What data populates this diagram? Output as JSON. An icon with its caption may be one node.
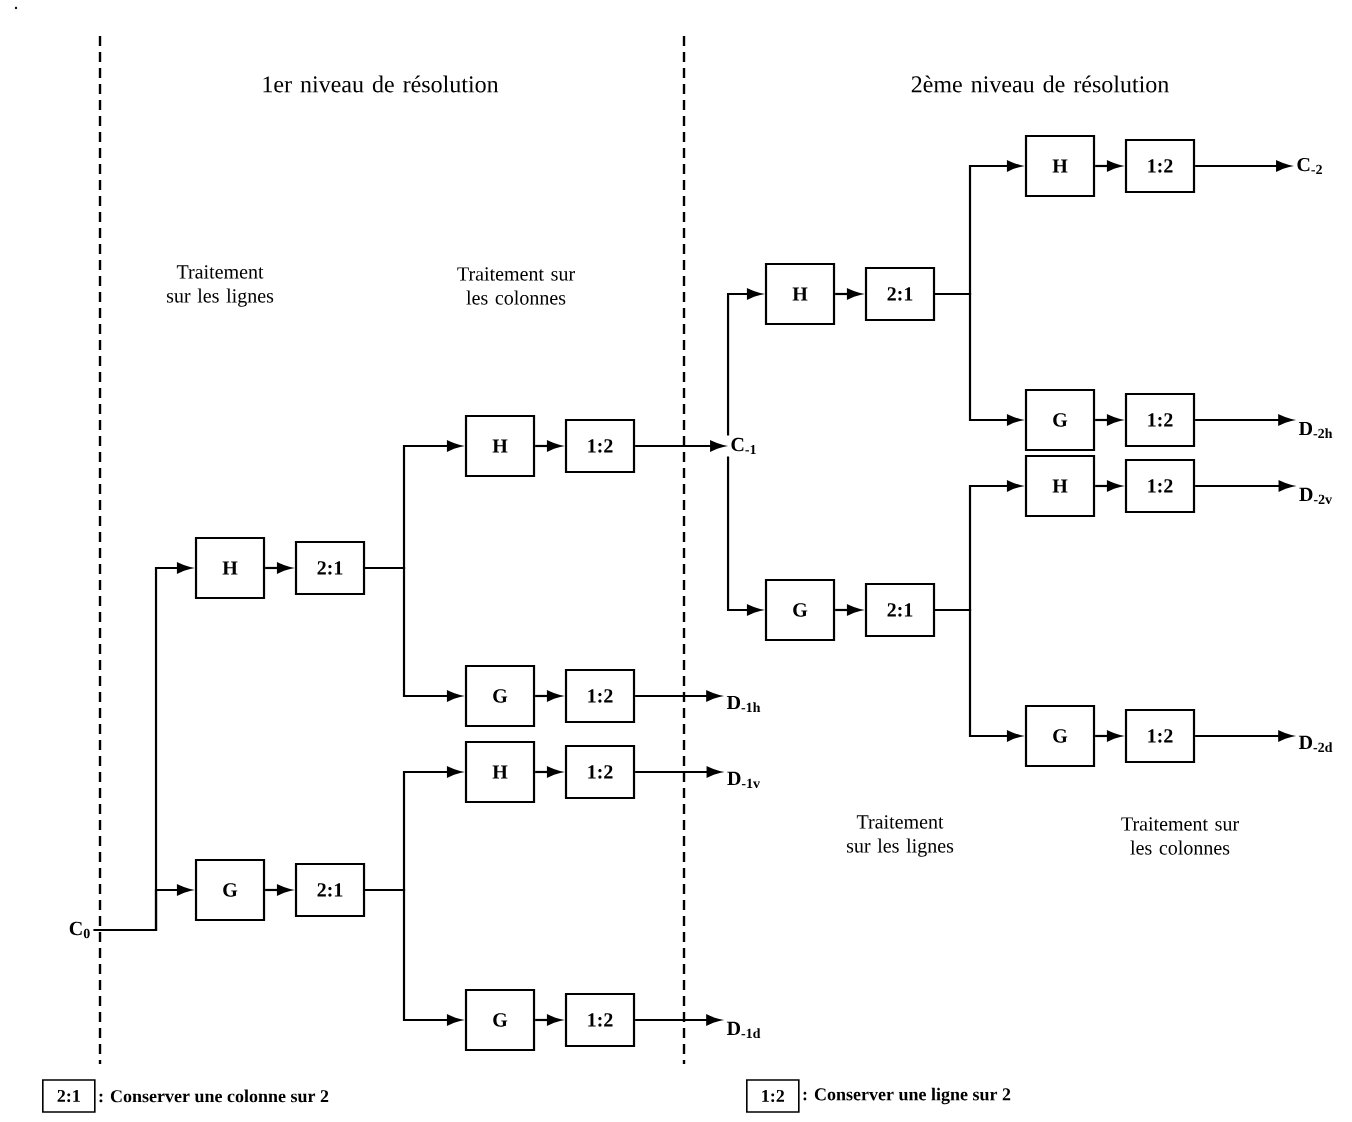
{
  "diagram": {
    "nodes": [
      {
        "text": [
          "C$_{0}$"
        ]
      },
      {
        "text": [
          "H"
        ]
      },
      {
        "text": [
          "2:1"
        ]
      },
      {
        "text": [
          "G"
        ]
      },
      {
        "text": [
          "2:1"
        ]
      },
      {
        "text": [
          "H"
        ]
      },
      {
        "text": [
          "1:2"
        ]
      },
      {
        "text": [
          "G"
        ]
      },
      {
        "text": [
          "1:2"
        ]
      },
      {
        "text": [
          "H"
        ]
      },
      {
        "text": [
          "1:2"
        ]
      },
      {
        "text": [
          "G"
        ]
      },
      {
        "text": [
          "1:2"
        ]
      },
      {
        "text": [
          "C$_{-1}$"
        ]
      },
      {
        "text": [
          "D$_{-1h}$"
        ]
      },
      {
        "text": [
          "D$_{-1v}$"
        ]
      },
      {
        "text": [
          "D$_{-1d}$"
        ]
      },
      {
        "text": [
          "H"
        ]
      },
      {
        "text": [
          "2:1"
        ]
      },
      {
        "text": [
          "G"
        ]
      },
      {
        "text": [
          "2:1"
        ]
      },
      {
        "text": [
          "H"
        ]
      },
      {
        "text": [
          "1:2"
        ]
      },
      {
        "text": [
          "G"
        ]
      },
      {
        "text": [
          "1:2"
        ]
      },
      {
        "text": [
          "H"
        ]
      },
      {
        "text": [
          "1:2"
        ]
      },
      {
        "text": [
          "G"
        ]
      },
      {
        "text": [
          "1:2"
        ]
      },
      {
        "text": [
          "C$_{-2}$"
        ]
      },
      {
        "text": [
          "D$_{-2h}$"
        ]
      },
      {
        "text": [
          "D$_{-2v}$"
        ]
      },
      {
        "text": [
          "D$_{-2d}$"
        ]
      },
      {
        "text": [
          "2:1"
        ],
        "beside": [
          ": Conserver une colonne sur 2"
        ]
      },
      {
        "text": [
          "1:2"
        ],
        "beside": [
          ": Conserver une ligne sur 2"
        ]
      }
    ],
    "edges": [
      {
        "from": 0,
        "to": 1,
        "arrow": "to"
      },
      {
        "from": 0,
        "to": 3,
        "arrow": "to"
      },
      {
        "from": 1,
        "to": 2,
        "arrow": "to"
      },
      {
        "from": 3,
        "to": 4,
        "arrow": "to"
      },
      {
        "from": 2,
        "to": 5,
        "arrow": "to"
      },
      {
        "from": 2,
        "to": 7,
        "arrow": "to"
      },
      {
        "from": 4,
        "to": 9,
        "arrow": "to"
      },
      {
        "from": 4,
        "to": 11,
        "arrow": "to"
      },
      {
        "from": 5,
        "to": 6,
        "arrow": "to"
      },
      {
        "from": 7,
        "to": 8,
        "arrow": "to"
      },
      {
        "from": 9,
        "to": 10,
        "arrow": "to"
      },
      {
        "from": 11,
        "to": 12,
        "arrow": "to"
      },
      {
        "from": 6,
        "to": 13,
        "arrow": "to"
      },
      {
        "from": 8,
        "to": 14,
        "arrow": "to"
      },
      {
        "from": 10,
        "to": 15,
        "arrow": "to"
      },
      {
        "from": 12,
        "to": 16,
        "arrow": "to"
      },
      {
        "from": 13,
        "to": 17,
        "arrow": "to"
      },
      {
        "from": 13,
        "to": 19,
        "arrow": "to"
      },
      {
        "from": 17,
        "to": 18,
        "arrow": "to"
      },
      {
        "from": 19,
        "to": 20,
        "arrow": "to"
      },
      {
        "from": 18,
        "to": 21,
        "arrow": "to"
      },
      {
        "from": 18,
        "to": 23,
        "arrow": "to"
      },
      {
        "from": 20,
        "to": 25,
        "arrow": "to"
      },
      {
        "from": 20,
        "to": 27,
        "arrow": "to"
      },
      {
        "from": 21,
        "to": 22,
        "arrow": "to"
      },
      {
        "from": 23,
        "to": 24,
        "arrow": "to"
      },
      {
        "from": 25,
        "to": 26,
        "arrow": "to"
      },
      {
        "from": 27,
        "to": 28,
        "arrow": "to"
      },
      {
        "from": 22,
        "to": 29,
        "arrow": "to"
      },
      {
        "from": 24,
        "to": 30,
        "arrow": "to"
      },
      {
        "from": 26,
        "to": 31,
        "arrow": "to"
      },
      {
        "from": 28,
        "to": 32,
        "arrow": "to"
      }
    ],
    "labels": [
      ".",
      "1er niveau de résolution",
      "2ème niveau de résolution",
      "Traitement sur les lignes",
      "Traitement sur les colonnes",
      "Traitement sur les lignes",
      "Traitement sur les colonnes"
    ]
  }
}
